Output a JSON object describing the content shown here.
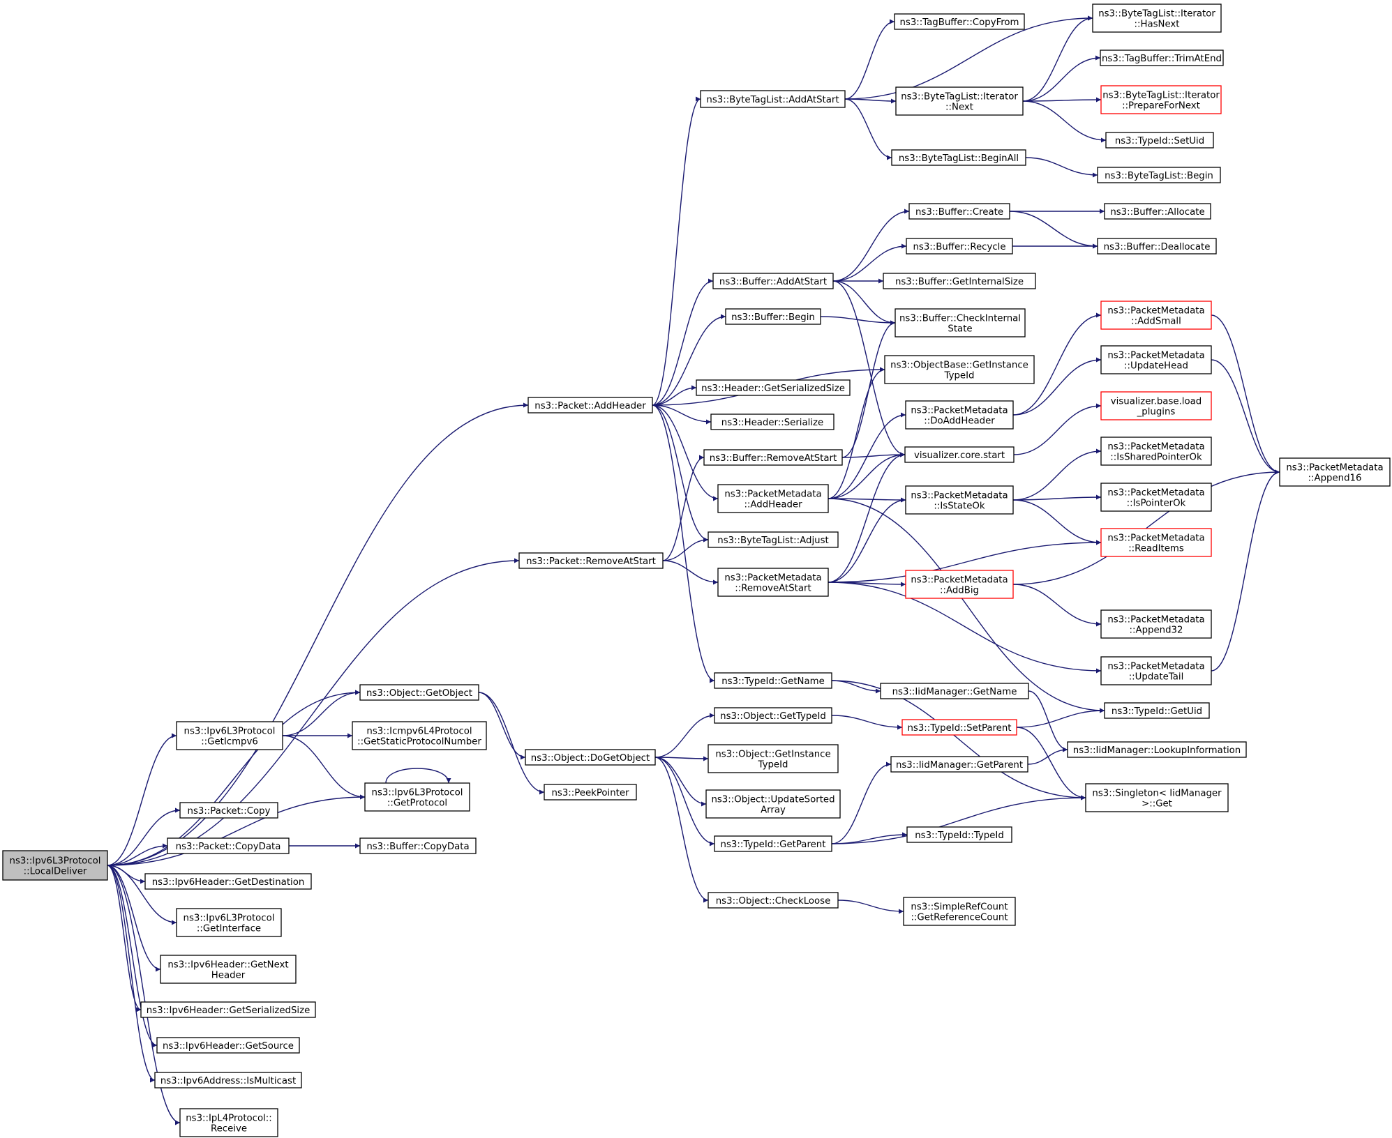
{
  "diagram": {
    "type": "call-graph",
    "colors": {
      "edge": "#191970",
      "border": "#000000",
      "incomplete_border": "#ff0000",
      "root_fill": "#bfbfbf"
    },
    "nodes": [
      {
        "id": "root",
        "lines": [
          "ns3::Ipv6L3Protocol",
          "::LocalDeliver"
        ],
        "kind": "root"
      },
      {
        "id": "addheader",
        "lines": [
          "ns3::Packet::AddHeader"
        ]
      },
      {
        "id": "removeatstart",
        "lines": [
          "ns3::Packet::RemoveAtStart"
        ]
      },
      {
        "id": "getobject",
        "lines": [
          "ns3::Object::GetObject"
        ]
      },
      {
        "id": "geticmpv6",
        "lines": [
          "ns3::Ipv6L3Protocol",
          "::GetIcmpv6"
        ]
      },
      {
        "id": "getprotocol",
        "lines": [
          "ns3::Ipv6L3Protocol",
          "::GetProtocol"
        ]
      },
      {
        "id": "pcopy",
        "lines": [
          "ns3::Packet::Copy"
        ]
      },
      {
        "id": "pcopydata",
        "lines": [
          "ns3::Packet::CopyData"
        ]
      },
      {
        "id": "getdest",
        "lines": [
          "ns3::Ipv6Header::GetDestination"
        ]
      },
      {
        "id": "getiface",
        "lines": [
          "ns3::Ipv6L3Protocol",
          "::GetInterface"
        ]
      },
      {
        "id": "getnext",
        "lines": [
          "ns3::Ipv6Header::GetNext",
          "Header"
        ]
      },
      {
        "id": "h6size",
        "lines": [
          "ns3::Ipv6Header::GetSerializedSize"
        ]
      },
      {
        "id": "getsource",
        "lines": [
          "ns3::Ipv6Header::GetSource"
        ]
      },
      {
        "id": "ismulticast",
        "lines": [
          "ns3::Ipv6Address::IsMulticast"
        ]
      },
      {
        "id": "l4receive",
        "lines": [
          "ns3::IpL4Protocol::",
          "Receive"
        ]
      },
      {
        "id": "bytetagaddstart",
        "lines": [
          "ns3::ByteTagList::AddAtStart"
        ]
      },
      {
        "id": "bufaddstart",
        "lines": [
          "ns3::Buffer::AddAtStart"
        ]
      },
      {
        "id": "bufbegin",
        "lines": [
          "ns3::Buffer::Begin"
        ]
      },
      {
        "id": "hdrsersize",
        "lines": [
          "ns3::Header::GetSerializedSize"
        ]
      },
      {
        "id": "hdrserialize",
        "lines": [
          "ns3::Header::Serialize"
        ]
      },
      {
        "id": "bufremovestart",
        "lines": [
          "ns3::Buffer::RemoveAtStart"
        ]
      },
      {
        "id": "pmaddheader",
        "lines": [
          "ns3::PacketMetadata",
          "::AddHeader"
        ]
      },
      {
        "id": "btladjust",
        "lines": [
          "ns3::ByteTagList::Adjust"
        ]
      },
      {
        "id": "pmremovestart",
        "lines": [
          "ns3::PacketMetadata",
          "::RemoveAtStart"
        ]
      },
      {
        "id": "tidgetname",
        "lines": [
          "ns3::TypeId::GetName"
        ]
      },
      {
        "id": "icmpstatic",
        "lines": [
          "ns3::Icmpv6L4Protocol",
          "::GetStaticProtocolNumber"
        ]
      },
      {
        "id": "dogetobject",
        "lines": [
          "ns3::Object::DoGetObject"
        ]
      },
      {
        "id": "peekpointer",
        "lines": [
          "ns3::PeekPointer"
        ]
      },
      {
        "id": "bufcopydata",
        "lines": [
          "ns3::Buffer::CopyData"
        ]
      },
      {
        "id": "tagcopyfrom",
        "lines": [
          "ns3::TagBuffer::CopyFrom"
        ]
      },
      {
        "id": "itnext",
        "lines": [
          "ns3::ByteTagList::Iterator",
          "::Next"
        ]
      },
      {
        "id": "beginall",
        "lines": [
          "ns3::ByteTagList::BeginAll"
        ]
      },
      {
        "id": "bufcreate",
        "lines": [
          "ns3::Buffer::Create"
        ]
      },
      {
        "id": "bufrecycle",
        "lines": [
          "ns3::Buffer::Recycle"
        ]
      },
      {
        "id": "bufintsize",
        "lines": [
          "ns3::Buffer::GetInternalSize"
        ]
      },
      {
        "id": "bufcheck",
        "lines": [
          "ns3::Buffer::CheckInternal",
          "State"
        ]
      },
      {
        "id": "objbasetid",
        "lines": [
          "ns3::ObjectBase::GetInstance",
          "TypeId"
        ]
      },
      {
        "id": "pmdoaddheader",
        "lines": [
          "ns3::PacketMetadata",
          "::DoAddHeader"
        ]
      },
      {
        "id": "viscorestart",
        "lines": [
          "visualizer.core.start"
        ]
      },
      {
        "id": "pmisstateok",
        "lines": [
          "ns3::PacketMetadata",
          "::IsStateOk"
        ]
      },
      {
        "id": "pmaddbig",
        "lines": [
          "ns3::PacketMetadata",
          "::AddBig"
        ],
        "kind": "incomplete"
      },
      {
        "id": "iidgetname",
        "lines": [
          "ns3::IidManager::GetName"
        ]
      },
      {
        "id": "objgettypeid",
        "lines": [
          "ns3::Object::GetTypeId"
        ]
      },
      {
        "id": "objinstid",
        "lines": [
          "ns3::Object::GetInstance",
          "TypeId"
        ]
      },
      {
        "id": "objupdsorted",
        "lines": [
          "ns3::Object::UpdateSorted",
          "Array"
        ]
      },
      {
        "id": "tidgetparent",
        "lines": [
          "ns3::TypeId::GetParent"
        ]
      },
      {
        "id": "objcheckloose",
        "lines": [
          "ns3::Object::CheckLoose"
        ]
      },
      {
        "id": "tidsetparent",
        "lines": [
          "ns3::TypeId::SetParent"
        ],
        "kind": "incomplete"
      },
      {
        "id": "iidgetparent",
        "lines": [
          "ns3::IidManager::GetParent"
        ]
      },
      {
        "id": "tidtypeid",
        "lines": [
          "ns3::TypeId::TypeId"
        ]
      },
      {
        "id": "refcount",
        "lines": [
          "ns3::SimpleRefCount",
          "::GetReferenceCount"
        ]
      },
      {
        "id": "ithasnext",
        "lines": [
          "ns3::ByteTagList::Iterator",
          "::HasNext"
        ]
      },
      {
        "id": "tagtrim",
        "lines": [
          "ns3::TagBuffer::TrimAtEnd"
        ]
      },
      {
        "id": "itprepare",
        "lines": [
          "ns3::ByteTagList::Iterator",
          "::PrepareForNext"
        ],
        "kind": "incomplete"
      },
      {
        "id": "tidsetuid",
        "lines": [
          "ns3::TypeId::SetUid"
        ]
      },
      {
        "id": "btlbegin",
        "lines": [
          "ns3::ByteTagList::Begin"
        ]
      },
      {
        "id": "bufallocate",
        "lines": [
          "ns3::Buffer::Allocate"
        ]
      },
      {
        "id": "bufdealloc",
        "lines": [
          "ns3::Buffer::Deallocate"
        ]
      },
      {
        "id": "pmaddsmall",
        "lines": [
          "ns3::PacketMetadata",
          "::AddSmall"
        ],
        "kind": "incomplete"
      },
      {
        "id": "pmupdatehead",
        "lines": [
          "ns3::PacketMetadata",
          "::UpdateHead"
        ]
      },
      {
        "id": "visload",
        "lines": [
          "visualizer.base.load",
          "_plugins"
        ],
        "kind": "incomplete"
      },
      {
        "id": "pmissharedok",
        "lines": [
          "ns3::PacketMetadata",
          "::IsSharedPointerOk"
        ]
      },
      {
        "id": "pmispointerok",
        "lines": [
          "ns3::PacketMetadata",
          "::IsPointerOk"
        ]
      },
      {
        "id": "pmreaditems",
        "lines": [
          "ns3::PacketMetadata",
          "::ReadItems"
        ],
        "kind": "incomplete"
      },
      {
        "id": "pmappend32",
        "lines": [
          "ns3::PacketMetadata",
          "::Append32"
        ]
      },
      {
        "id": "pmupdatetail",
        "lines": [
          "ns3::PacketMetadata",
          "::UpdateTail"
        ]
      },
      {
        "id": "tidgetuid",
        "lines": [
          "ns3::TypeId::GetUid"
        ]
      },
      {
        "id": "iidlookup",
        "lines": [
          "ns3::IidManager::LookupInformation"
        ]
      },
      {
        "id": "singletonget",
        "lines": [
          "ns3::Singleton< IidManager",
          ">::Get"
        ]
      },
      {
        "id": "pmappend16",
        "lines": [
          "ns3::PacketMetadata",
          "::Append16"
        ]
      }
    ],
    "edges": [
      [
        "root",
        "addheader"
      ],
      [
        "root",
        "removeatstart"
      ],
      [
        "root",
        "getobject"
      ],
      [
        "root",
        "geticmpv6"
      ],
      [
        "root",
        "getprotocol"
      ],
      [
        "root",
        "pcopy"
      ],
      [
        "root",
        "pcopydata"
      ],
      [
        "root",
        "getdest"
      ],
      [
        "root",
        "getiface"
      ],
      [
        "root",
        "getnext"
      ],
      [
        "root",
        "h6size"
      ],
      [
        "root",
        "getsource"
      ],
      [
        "root",
        "ismulticast"
      ],
      [
        "root",
        "l4receive"
      ],
      [
        "addheader",
        "bytetagaddstart"
      ],
      [
        "addheader",
        "bufaddstart"
      ],
      [
        "addheader",
        "bufbegin"
      ],
      [
        "addheader",
        "objbasetid"
      ],
      [
        "addheader",
        "hdrsersize"
      ],
      [
        "addheader",
        "hdrserialize"
      ],
      [
        "addheader",
        "pmaddheader"
      ],
      [
        "addheader",
        "btladjust"
      ],
      [
        "addheader",
        "tidgetname"
      ],
      [
        "removeatstart",
        "bufremovestart"
      ],
      [
        "removeatstart",
        "btladjust"
      ],
      [
        "removeatstart",
        "pmremovestart"
      ],
      [
        "getobject",
        "dogetobject"
      ],
      [
        "getobject",
        "peekpointer"
      ],
      [
        "geticmpv6",
        "getobject"
      ],
      [
        "geticmpv6",
        "icmpstatic"
      ],
      [
        "geticmpv6",
        "getprotocol"
      ],
      [
        "getprotocol",
        "getprotocol"
      ],
      [
        "pcopydata",
        "bufcopydata"
      ],
      [
        "bytetagaddstart",
        "tagcopyfrom"
      ],
      [
        "bytetagaddstart",
        "ithasnext"
      ],
      [
        "bytetagaddstart",
        "itnext"
      ],
      [
        "bytetagaddstart",
        "beginall"
      ],
      [
        "itnext",
        "ithasnext"
      ],
      [
        "itnext",
        "tagtrim"
      ],
      [
        "itnext",
        "itprepare"
      ],
      [
        "itnext",
        "tidsetuid"
      ],
      [
        "beginall",
        "btlbegin"
      ],
      [
        "bufaddstart",
        "bufcreate"
      ],
      [
        "bufaddstart",
        "bufrecycle"
      ],
      [
        "bufaddstart",
        "bufintsize"
      ],
      [
        "bufaddstart",
        "bufcheck"
      ],
      [
        "bufaddstart",
        "viscorestart"
      ],
      [
        "bufcreate",
        "bufallocate"
      ],
      [
        "bufcreate",
        "bufdealloc"
      ],
      [
        "bufrecycle",
        "bufdealloc"
      ],
      [
        "bufbegin",
        "bufcheck"
      ],
      [
        "bufremovestart",
        "bufcheck"
      ],
      [
        "bufremovestart",
        "viscorestart"
      ],
      [
        "pmaddheader",
        "objbasetid"
      ],
      [
        "pmaddheader",
        "pmdoaddheader"
      ],
      [
        "pmaddheader",
        "viscorestart"
      ],
      [
        "pmaddheader",
        "pmisstateok"
      ],
      [
        "pmaddheader",
        "tidgetuid"
      ],
      [
        "pmdoaddheader",
        "pmaddsmall"
      ],
      [
        "pmdoaddheader",
        "pmupdatehead"
      ],
      [
        "viscorestart",
        "visload"
      ],
      [
        "pmisstateok",
        "pmissharedok"
      ],
      [
        "pmisstateok",
        "pmispointerok"
      ],
      [
        "pmisstateok",
        "pmreaditems"
      ],
      [
        "pmremovestart",
        "viscorestart"
      ],
      [
        "pmremovestart",
        "pmisstateok"
      ],
      [
        "pmremovestart",
        "pmreaditems"
      ],
      [
        "pmremovestart",
        "pmaddbig"
      ],
      [
        "pmremovestart",
        "pmupdatetail"
      ],
      [
        "pmaddbig",
        "pmappend16"
      ],
      [
        "pmaddbig",
        "pmappend32"
      ],
      [
        "pmaddsmall",
        "pmappend16"
      ],
      [
        "pmupdatehead",
        "pmappend16"
      ],
      [
        "pmupdatetail",
        "pmappend16"
      ],
      [
        "tidgetname",
        "iidgetname"
      ],
      [
        "tidgetname",
        "singletonget"
      ],
      [
        "iidgetname",
        "iidlookup"
      ],
      [
        "dogetobject",
        "objgettypeid"
      ],
      [
        "dogetobject",
        "objinstid"
      ],
      [
        "dogetobject",
        "objupdsorted"
      ],
      [
        "dogetobject",
        "tidgetparent"
      ],
      [
        "dogetobject",
        "objcheckloose"
      ],
      [
        "objgettypeid",
        "tidsetparent"
      ],
      [
        "tidsetparent",
        "tidgetuid"
      ],
      [
        "tidsetparent",
        "singletonget"
      ],
      [
        "tidgetparent",
        "iidgetparent"
      ],
      [
        "tidgetparent",
        "tidtypeid"
      ],
      [
        "tidgetparent",
        "singletonget"
      ],
      [
        "iidgetparent",
        "iidlookup"
      ],
      [
        "objcheckloose",
        "refcount"
      ]
    ]
  }
}
